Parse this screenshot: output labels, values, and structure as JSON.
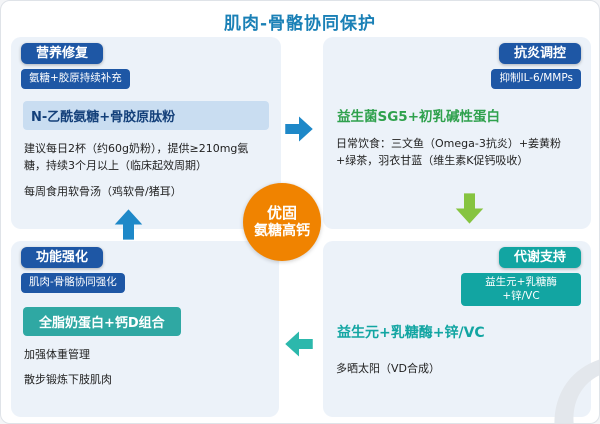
{
  "title": "肌肉-骨骼协同保护",
  "center": {
    "line1": "优固",
    "line2": "氨糖高钙"
  },
  "quadrants": {
    "nutrition": {
      "badge": "营养修复",
      "subtitle": "氨糖+胶原持续补充",
      "highlight": "N-乙酰氨糖+骨胶原肽粉",
      "p1": "建议每日2杯（约60g奶粉），提供≥210mg氨糖，持续3个月以上（临床起效周期）",
      "p2": "每周食用软骨汤（鸡软骨/猪耳）"
    },
    "antiinflammatory": {
      "badge": "抗炎调控",
      "subtitle": "抑制IL-6/MMPs",
      "highlight": "益生菌SG5+初乳碱性蛋白",
      "p1": "日常饮食：三文鱼（Omega-3抗炎）+姜黄粉+绿茶，羽衣甘蓝（维生素K促钙吸收）"
    },
    "function": {
      "badge": "功能强化",
      "subtitle": "肌肉-骨骼协同强化",
      "highlight": "全脂奶蛋白+钙D组合",
      "p1": "加强体重管理",
      "p2": "散步锻炼下肢肌肉"
    },
    "metabolism": {
      "badge": "代谢支持",
      "subtitle": "益生元+乳糖酶+锌/VC",
      "highlight": "益生元+乳糖酶+锌/VC",
      "p1": "多晒太阳（VD合成）"
    }
  },
  "colors": {
    "title": "#1a80b6",
    "badge_blue": "#1e57a5",
    "badge_teal": "#12a5a2",
    "panel_bg": "#ecf2f9",
    "highlight_blue_bg": "#c9ddf1",
    "highlight_teal_bg": "#2fa8a3",
    "green_text": "#2fa14d",
    "center_orange": "#f08300",
    "arrow_blue": "#1e88c8",
    "arrow_green": "#86c440",
    "arrow_teal": "#2cb8ac"
  }
}
